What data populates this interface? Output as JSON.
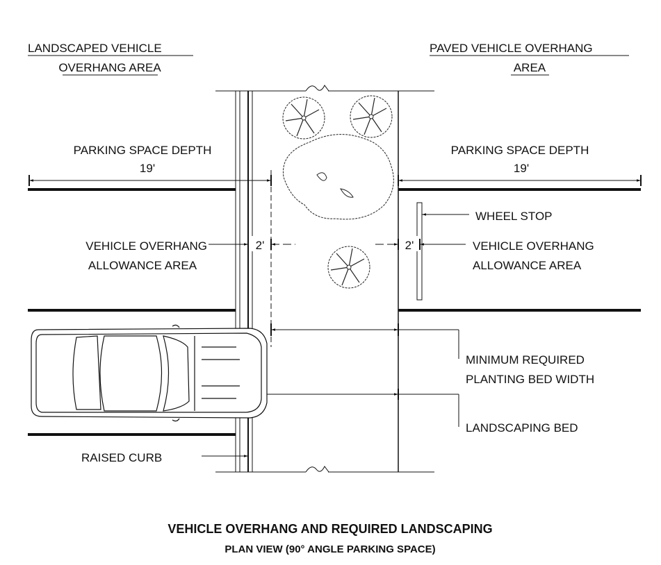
{
  "headers": {
    "left": [
      "LANDSCAPED VEHICLE",
      "OVERHANG AREA"
    ],
    "right": [
      "PAVED VEHICLE OVERHANG",
      "AREA"
    ]
  },
  "dimensions": {
    "depth_label": "PARKING SPACE DEPTH",
    "depth_value": "19'",
    "overhang_value": "2'"
  },
  "labels": {
    "overhang": [
      "VEHICLE OVERHANG",
      "ALLOWANCE AREA"
    ],
    "wheel_stop": "WHEEL STOP",
    "min_bed": [
      "MINIMUM REQUIRED",
      "PLANTING BED WIDTH"
    ],
    "landscaping_bed": "LANDSCAPING BED",
    "raised_curb": "RAISED CURB"
  },
  "title": "VEHICLE OVERHANG AND REQUIRED LANDSCAPING",
  "subtitle": "PLAN VIEW (90° ANGLE PARKING SPACE)"
}
